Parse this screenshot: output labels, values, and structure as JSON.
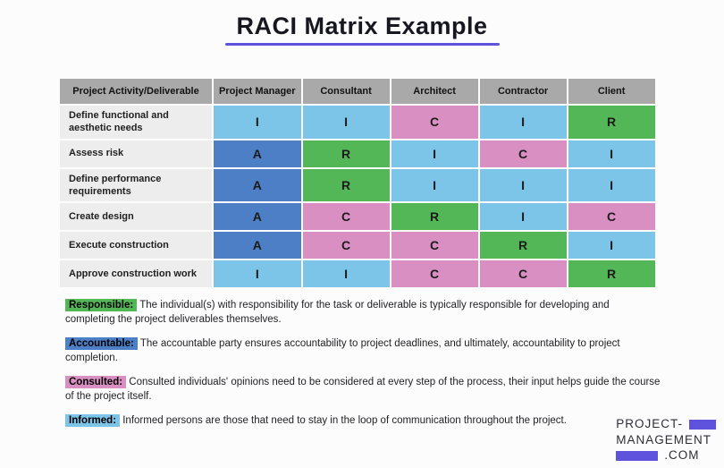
{
  "title": "RACI Matrix Example",
  "colors": {
    "responsible": "#54b757",
    "accountable": "#4d7fc6",
    "consulted": "#d98fc2",
    "informed": "#7cc4e8",
    "headerBg": "#a9a9a9",
    "labelBg": "#ededed",
    "accent": "#5f52dd"
  },
  "cell_key_map": {
    "R": "responsible",
    "A": "accountable",
    "C": "consulted",
    "I": "informed"
  },
  "table": {
    "headers": [
      "Project Activity/Deliverable",
      "Project Manager",
      "Consultant",
      "Architect",
      "Contractor",
      "Client"
    ],
    "rows": [
      {
        "activity": "Define functional and aesthetic needs",
        "cells": [
          "I",
          "I",
          "C",
          "I",
          "R"
        ]
      },
      {
        "activity": "Assess risk",
        "cells": [
          "A",
          "R",
          "I",
          "C",
          "I"
        ]
      },
      {
        "activity": "Define performance requirements",
        "cells": [
          "A",
          "R",
          "I",
          "I",
          "I"
        ]
      },
      {
        "activity": "Create design",
        "cells": [
          "A",
          "C",
          "R",
          "I",
          "C"
        ]
      },
      {
        "activity": "Execute construction",
        "cells": [
          "A",
          "C",
          "C",
          "R",
          "I"
        ]
      },
      {
        "activity": "Approve construction work",
        "cells": [
          "I",
          "I",
          "C",
          "C",
          "R"
        ]
      }
    ]
  },
  "legend": [
    {
      "label": "Responsible:",
      "key": "responsible",
      "text": "The individual(s) with responsibility for the task or deliverable is typically responsible for developing and completing the project deliverables themselves."
    },
    {
      "label": "Accountable:",
      "key": "accountable",
      "text": "The accountable party ensures accountability to project deadlines, and ultimately, accountability to project completion."
    },
    {
      "label": "Consulted:",
      "key": "consulted",
      "text": "Consulted individuals' opinions need to be considered at every step of the process, their input helps guide the course of the project itself."
    },
    {
      "label": "Informed:",
      "key": "informed",
      "text": "Informed persons are those that need to stay in the loop of communication throughout the project."
    }
  ],
  "logo": {
    "line1": "PROJECT-",
    "line2": "MANAGEMENT",
    "line3": ".COM"
  }
}
